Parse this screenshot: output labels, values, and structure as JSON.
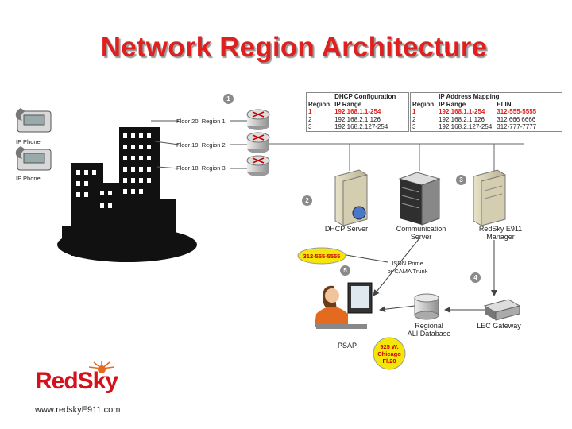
{
  "title": "Network Region Architecture",
  "dhcp_table": {
    "caption": "DHCP Configuration",
    "headers": [
      "Region",
      "IP Range"
    ],
    "rows": [
      [
        "1",
        "192.168.1.1-254"
      ],
      [
        "2",
        "192.168.2.1 126"
      ],
      [
        "3",
        "192.168.2.127-254"
      ]
    ]
  },
  "mapping_table": {
    "caption": "IP Address Mapping",
    "headers": [
      "Region",
      "IP Range",
      "ELIN"
    ],
    "rows": [
      [
        "1",
        "192.168.1.1-254",
        "312-555-5555"
      ],
      [
        "2",
        "192.168.2.1 126",
        "312 666 6666"
      ],
      [
        "3",
        "192.168.2.127-254",
        "312-777-7777"
      ]
    ]
  },
  "floors": [
    {
      "floor": "Floor 20",
      "region": "Region 1"
    },
    {
      "floor": "Floor 19",
      "region": "Region 2"
    },
    {
      "floor": "Floor 18",
      "region": "Region 3"
    }
  ],
  "phones": [
    "IP Phone",
    "IP Phone"
  ],
  "step_badges": [
    "1",
    "2",
    "3",
    "4",
    "5"
  ],
  "nodes": {
    "dhcp": "DHCP Server",
    "comm_1": "Communication",
    "comm_2": "Server",
    "manager_1": "RedSky E911",
    "manager_2": "Manager",
    "trunk_1": "ISDN Prime",
    "trunk_2": "or CAMA Trunk",
    "ali_1": "Regional",
    "ali_2": "ALI Database",
    "lec": "LEC Gateway",
    "psap": "PSAP",
    "callout_number": "312-555-5555",
    "address_1": "925 W.",
    "address_2": "Chicago",
    "address_3": "Fl.20"
  },
  "logo_text": "RedSky",
  "url": "www.redskyE911.com",
  "colors": {
    "title": "#e01f1f",
    "highlight": "#e0201a",
    "callout": "#f5e60a",
    "logo": "#d5121b"
  }
}
